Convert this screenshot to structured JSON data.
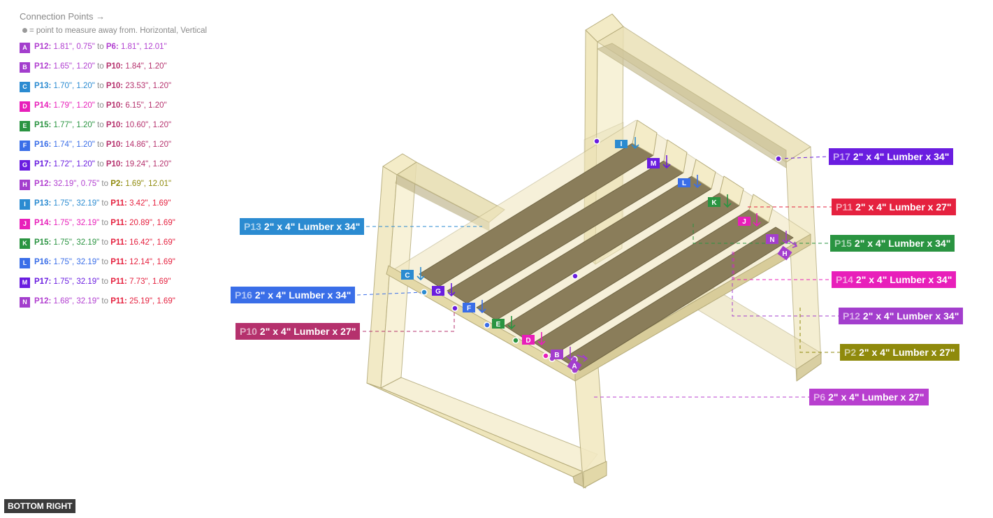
{
  "legend": {
    "title": "Connection Points →",
    "note": "= point to measure away from. Horizontal, Vertical",
    "to_word": "to",
    "items": [
      {
        "badge": "A",
        "from": "P12:",
        "from_vals": "1.81\", 0.75\"",
        "to": "P6:",
        "to_vals": "1.81\", 12.01\"",
        "from_color": "#b13fd0",
        "to_color": "#b13fd0",
        "badge_color": "#a33ecd"
      },
      {
        "badge": "B",
        "from": "P12:",
        "from_vals": "1.65\", 1.20\"",
        "to": "P10:",
        "to_vals": "1.84\", 1.20\"",
        "from_color": "#b13fd0",
        "to_color": "#b5316d",
        "badge_color": "#a33ecd"
      },
      {
        "badge": "C",
        "from": "P13:",
        "from_vals": "1.70\", 1.20\"",
        "to": "P10:",
        "to_vals": "23.53\", 1.20\"",
        "from_color": "#2b8bd1",
        "to_color": "#b5316d",
        "badge_color": "#2b8bd1"
      },
      {
        "badge": "D",
        "from": "P14:",
        "from_vals": "1.79\", 1.20\"",
        "to": "P10:",
        "to_vals": "6.15\", 1.20\"",
        "from_color": "#e81fba",
        "to_color": "#b5316d",
        "badge_color": "#e81fba"
      },
      {
        "badge": "E",
        "from": "P15:",
        "from_vals": "1.77\", 1.20\"",
        "to": "P10:",
        "to_vals": "10.60\", 1.20\"",
        "from_color": "#2a9441",
        "to_color": "#b5316d",
        "badge_color": "#2a9441"
      },
      {
        "badge": "F",
        "from": "P16:",
        "from_vals": "1.74\", 1.20\"",
        "to": "P10:",
        "to_vals": "14.86\", 1.20\"",
        "from_color": "#3a6ee8",
        "to_color": "#b5316d",
        "badge_color": "#3a6ee8"
      },
      {
        "badge": "G",
        "from": "P17:",
        "from_vals": "1.72\", 1.20\"",
        "to": "P10:",
        "to_vals": "19.24\", 1.20\"",
        "from_color": "#6a1de0",
        "to_color": "#b5316d",
        "badge_color": "#6a1de0"
      },
      {
        "badge": "H",
        "from": "P12:",
        "from_vals": "32.19\", 0.75\"",
        "to": "P2:",
        "to_vals": "1.69\", 12.01\"",
        "from_color": "#b13fd0",
        "to_color": "#8f8a0c",
        "badge_color": "#a33ecd"
      },
      {
        "badge": "I",
        "from": "P13:",
        "from_vals": "1.75\", 32.19\"",
        "to": "P11:",
        "to_vals": "3.42\", 1.69\"",
        "from_color": "#2b8bd1",
        "to_color": "#e5213f",
        "badge_color": "#2b8bd1"
      },
      {
        "badge": "J",
        "from": "P14:",
        "from_vals": "1.75\", 32.19\"",
        "to": "P11:",
        "to_vals": "20.89\", 1.69\"",
        "from_color": "#e81fba",
        "to_color": "#e5213f",
        "badge_color": "#e81fba"
      },
      {
        "badge": "K",
        "from": "P15:",
        "from_vals": "1.75\", 32.19\"",
        "to": "P11:",
        "to_vals": "16.42\", 1.69\"",
        "from_color": "#2a9441",
        "to_color": "#e5213f",
        "badge_color": "#2a9441"
      },
      {
        "badge": "L",
        "from": "P16:",
        "from_vals": "1.75\", 32.19\"",
        "to": "P11:",
        "to_vals": "12.14\", 1.69\"",
        "from_color": "#3a6ee8",
        "to_color": "#e5213f",
        "badge_color": "#3a6ee8"
      },
      {
        "badge": "M",
        "from": "P17:",
        "from_vals": "1.75\", 32.19\"",
        "to": "P11:",
        "to_vals": "7.73\", 1.69\"",
        "from_color": "#6a1de0",
        "to_color": "#e5213f",
        "badge_color": "#6a1de0"
      },
      {
        "badge": "N",
        "from": "P12:",
        "from_vals": "1.68\", 32.19\"",
        "to": "P11:",
        "to_vals": "25.19\", 1.69\"",
        "from_color": "#b13fd0",
        "to_color": "#e5213f",
        "badge_color": "#a33ecd"
      }
    ]
  },
  "parts": [
    {
      "id": "P17",
      "desc": "2\" x 4\" Lumber  x 34\"",
      "color": "#6a1de0"
    },
    {
      "id": "P11",
      "desc": "2\" x 4\" Lumber  x 27\"",
      "color": "#e5213f"
    },
    {
      "id": "P15",
      "desc": "2\" x 4\" Lumber  x 34\"",
      "color": "#2a9441"
    },
    {
      "id": "P14",
      "desc": "2\" x 4\" Lumber  x 34\"",
      "color": "#e81fba"
    },
    {
      "id": "P12",
      "desc": "2\" x 4\" Lumber  x 34\"",
      "color": "#a33ecd"
    },
    {
      "id": "P2",
      "desc": "2\" x 4\" Lumber  x 27\"",
      "color": "#8f8a0c"
    },
    {
      "id": "P6",
      "desc": "2\" x 4\" Lumber  x 27\"",
      "color": "#b83fcf"
    },
    {
      "id": "P13",
      "desc": "2\" x 4\" Lumber  x 34\"",
      "color": "#2b8bd1"
    },
    {
      "id": "P16",
      "desc": "2\" x 4\" Lumber  x 34\"",
      "color": "#3a6ee8"
    },
    {
      "id": "P10",
      "desc": "2\" x 4\" Lumber  x 27\"",
      "color": "#b5316d"
    }
  ],
  "view_label": "BOTTOM RIGHT"
}
